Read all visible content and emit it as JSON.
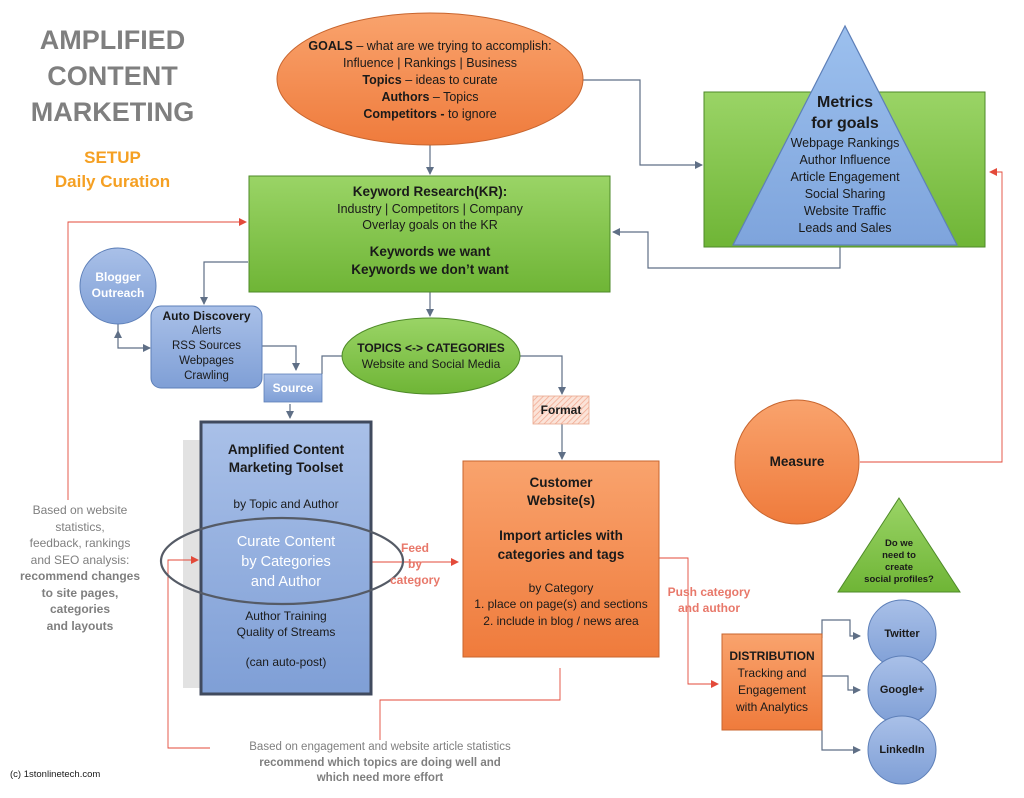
{
  "title": {
    "line1": "AMPLIFIED",
    "line2": "CONTENT",
    "line3": "MARKETING",
    "sub1": "SETUP",
    "sub2": "Daily Curation"
  },
  "goals": {
    "lead": "GOALS",
    "lead_rest": " – what are we trying to accomplish:",
    "line2": "Influence | Rankings | Business",
    "topics_b": "Topics",
    "topics_rest": " – ideas to curate",
    "authors_b": "Authors",
    "authors_rest": " – Topics",
    "competitors_b": "Competitors -",
    "competitors_rest": " to ignore"
  },
  "metrics": {
    "title1": "Metrics",
    "title2": "for goals",
    "items": [
      "Webpage Rankings",
      "Author Influence",
      "Article Engagement",
      "Social Sharing",
      "Website Traffic",
      "Leads and Sales"
    ]
  },
  "keyword": {
    "title": "Keyword Research(KR):",
    "line2": "Industry | Competitors | Company",
    "line3": "Overlay goals on the KR",
    "want": "Keywords we want",
    "dont_want": "Keywords we don’t want"
  },
  "blogger": {
    "line1": "Blogger",
    "line2": "Outreach"
  },
  "auto": {
    "title": "Auto  Discovery",
    "items": [
      "Alerts",
      "RSS Sources",
      "Webpages",
      "Crawling"
    ]
  },
  "topics": {
    "title": "TOPICS <-> CATEGORIES",
    "sub": "Website and Social Media"
  },
  "source_label": "Source",
  "format_label": "Format",
  "toolset": {
    "title1": "Amplified Content",
    "title2": "Marketing Toolset",
    "by": "by Topic and Author",
    "curate1": "Curate Content",
    "curate2": "by Categories",
    "curate3": "and Author",
    "training": "Author Training",
    "quality": "Quality of Streams",
    "autopost": "(can auto-post)"
  },
  "website": {
    "title1": "Customer",
    "title2": "Website(s)",
    "import1": "Import articles with",
    "import2": "categories and tags",
    "bycat": "by Category",
    "step1": "1. place on page(s) and sections",
    "step2": "2.  include in blog / news area"
  },
  "measure": "Measure",
  "social_q": {
    "line1": "Do we",
    "line2": "need to",
    "line3": "create",
    "line4": "social profiles?"
  },
  "feed": {
    "line1": "Feed",
    "line2": "by",
    "line3": "category"
  },
  "push": {
    "line1": "Push category",
    "line2": "and author"
  },
  "distribution": {
    "title": "DISTRIBUTION",
    "line2": "Tracking and",
    "line3": "Engagement",
    "line4": "with Analytics"
  },
  "social": {
    "twitter": "Twitter",
    "google": "Google+",
    "linkedin": "LinkedIn"
  },
  "left_note": {
    "l1": "Based on website",
    "l2": "statistics,",
    "l3": "feedback, rankings",
    "l4": "and SEO analysis:",
    "l5": "recommend changes",
    "l6": "to site pages,",
    "l7": "categories",
    "l8": "and layouts"
  },
  "bottom_note": {
    "l1": "Based on engagement and website article statistics",
    "l2": "recommend which topics are doing well and",
    "l3": "which need more effort"
  },
  "copyright": "(c) 1stonlinetech.com",
  "colors": {
    "orange": "#f4874b",
    "green": "#7cc241",
    "blue": "#8eaadb",
    "triangle": "#8eb1df",
    "arrow": "#5f6f86",
    "feedback": "#e34a3a"
  }
}
